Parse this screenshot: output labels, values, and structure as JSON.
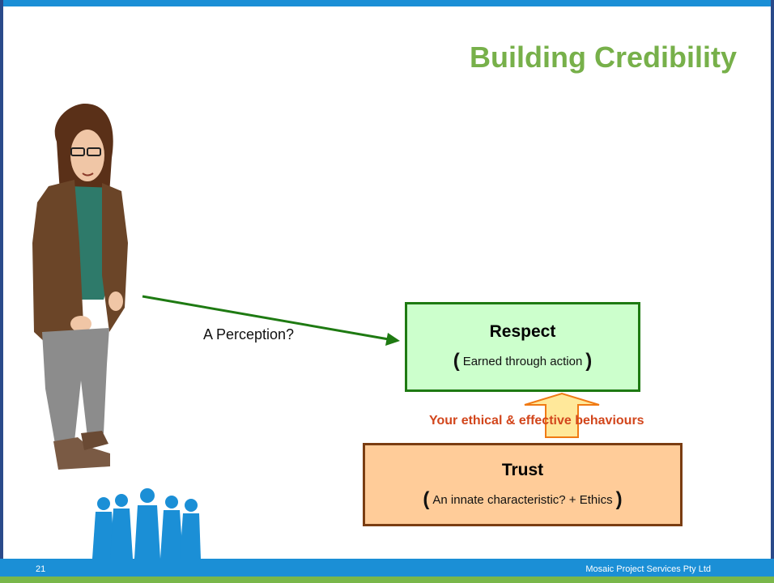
{
  "title": "Building Credibility",
  "perception_label": "A Perception?",
  "respect": {
    "heading": "Respect",
    "open_paren": "(",
    "subtitle": "Earned through action",
    "close_paren": ")"
  },
  "trust": {
    "heading": "Trust",
    "open_paren": "(",
    "subtitle": "An innate characteristic? + Ethics",
    "close_paren": ")"
  },
  "behaviours_label": "Your ethical & effective behaviours",
  "footer": {
    "slide_number": "21",
    "company": "Mosaic Project Services Pty Ltd"
  },
  "colors": {
    "title": "#77b04a",
    "frame_blue": "#1b8fd6",
    "respect_fill": "#ccffcc",
    "respect_border": "#1e7a12",
    "trust_fill": "#ffcc99",
    "trust_border": "#7a3d12",
    "behaviours_text": "#d2461c",
    "people_silhouettes": "#1b8fd6"
  },
  "icons": {
    "person": "man-illustration-icon",
    "group": "people-silhouettes-icon",
    "arrow": "arrow-right-icon",
    "up_arrow": "block-arrow-up-icon"
  }
}
